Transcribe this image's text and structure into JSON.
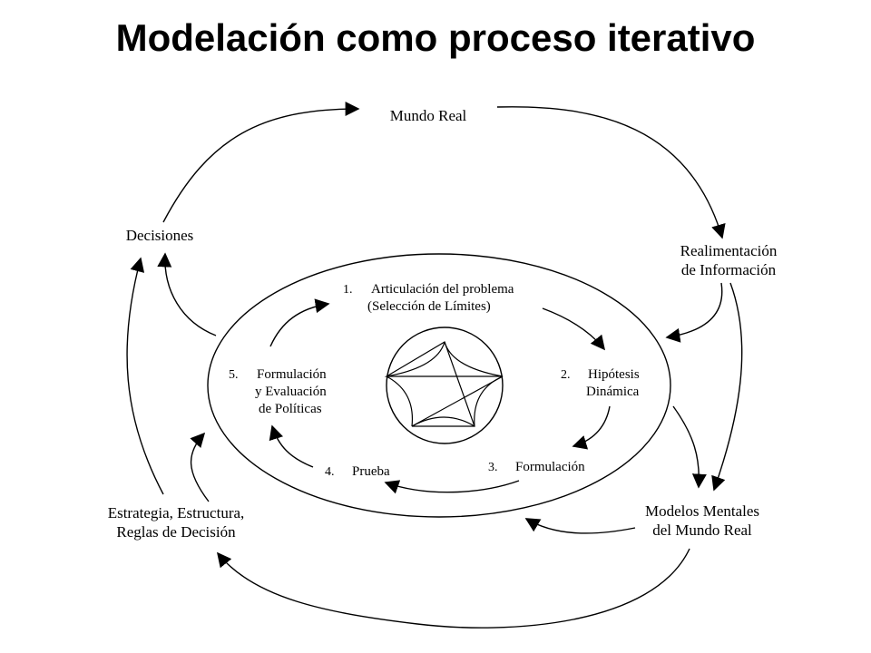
{
  "title": "Modelación como proceso iterativo",
  "outer_nodes": {
    "mundo_real": "Mundo Real",
    "decisiones": "Decisiones",
    "realimentacion_line1": "Realimentación",
    "realimentacion_line2": "de Información",
    "modelos_line1": "Modelos Mentales",
    "modelos_line2": "del Mundo Real",
    "estrategia_line1": "Estrategia, Estructura,",
    "estrategia_line2": "Reglas de Decisión"
  },
  "inner_steps": {
    "s1_num": "1.",
    "s1_line1": "Articulación del problema",
    "s1_line2": "(Selección de Límites)",
    "s2_num": "2.",
    "s2_line1": "Hipótesis",
    "s2_line2": "Dinámica",
    "s3_num": "3.",
    "s3_line1": "Formulación",
    "s4_num": "4.",
    "s4_line1": "Prueba",
    "s5_num": "5.",
    "s5_line1": "Formulación",
    "s5_line2": "y Evaluación",
    "s5_line3": "de Políticas"
  }
}
